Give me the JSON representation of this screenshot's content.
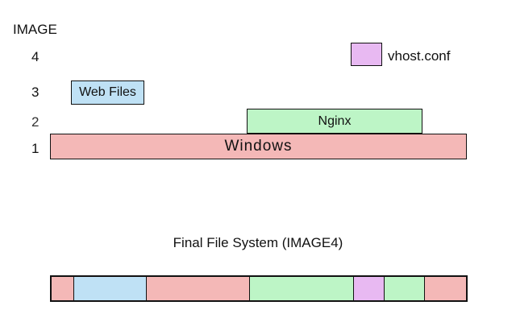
{
  "axis": {
    "title": "IMAGE",
    "levels": [
      "4",
      "3",
      "2",
      "1"
    ]
  },
  "layers": {
    "windows": {
      "label": "Windows",
      "color": "#f4b8b7"
    },
    "nginx": {
      "label": "Nginx",
      "color": "#bdf5c6"
    },
    "web_files": {
      "label": "Web Files",
      "color": "#bfe1f5"
    },
    "vhost": {
      "label": "vhost.conf",
      "color": "#e8b9f2"
    }
  },
  "final": {
    "title": "Final File System (IMAGE4)",
    "segments": [
      "windows",
      "web_files",
      "windows",
      "nginx",
      "vhost",
      "nginx",
      "windows"
    ]
  }
}
